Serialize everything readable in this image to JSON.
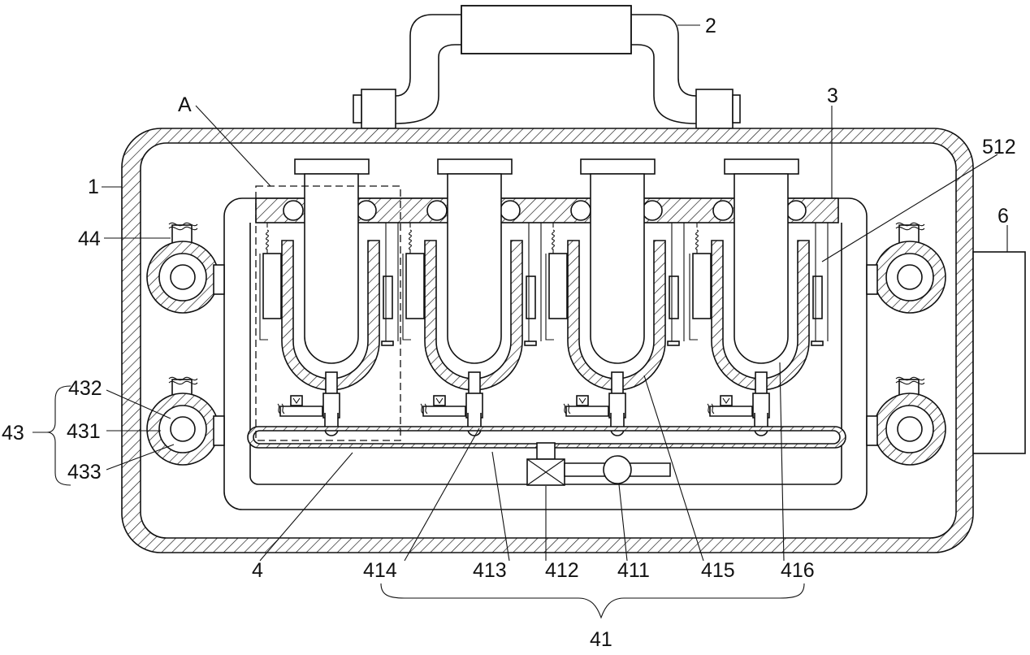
{
  "labels": {
    "A": "A",
    "l1": "1",
    "l2": "2",
    "l3": "3",
    "l4": "4",
    "l6": "6",
    "l41": "41",
    "l43": "43",
    "l44": "44",
    "l411": "411",
    "l412": "412",
    "l413": "413",
    "l414": "414",
    "l415": "415",
    "l416": "416",
    "l431": "431",
    "l432": "432",
    "l433": "433",
    "l512": "512"
  }
}
